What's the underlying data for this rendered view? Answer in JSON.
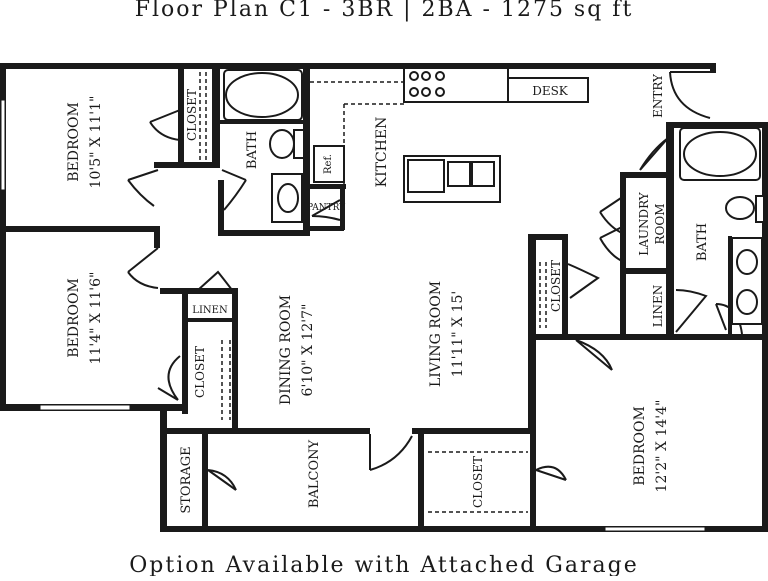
{
  "title": "Floor Plan C1 - 3BR | 2BA - 1275 sq ft",
  "footer": "Option Available with Attached Garage",
  "rooms": {
    "bedroom_a": {
      "name": "BEDROOM",
      "size": "10'5\" X 11'1\""
    },
    "bedroom_b": {
      "name": "BEDROOM",
      "size": "11'4\" X 11'6\""
    },
    "bedroom_c": {
      "name": "BEDROOM",
      "size": "12'2\" X 14'4\""
    },
    "dining": {
      "name": "DINING ROOM",
      "size": "6'10\" X 12'7\""
    },
    "living": {
      "name": "LIVING ROOM",
      "size": "11'11\" X 15'"
    }
  },
  "labels": {
    "closet": "CLOSET",
    "bath": "BATH",
    "kitchen": "KITCHEN",
    "ref": "Ref.",
    "pantry": "PANTRY",
    "desk": "DESK",
    "entry": "ENTRY",
    "laundry": "LAUNDRY",
    "laundry_room": "ROOM",
    "linen": "LINEN",
    "storage": "STORAGE",
    "balcony": "BALCONY"
  }
}
